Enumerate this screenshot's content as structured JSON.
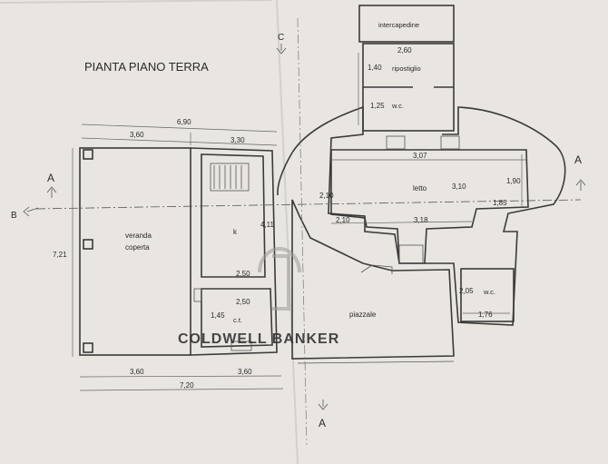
{
  "title": "PIANTA PIANO TERRA",
  "watermark": "COLDWELL BANKER",
  "rooms": {
    "intercapedine": "intercapedine",
    "ripostiglio": "ripostiglio",
    "wc_top": "w.c.",
    "letto": "letto",
    "veranda_1": "veranda",
    "veranda_2": "coperta",
    "k": "k",
    "ct": "c.t.",
    "piazzale": "piazzale",
    "wc_bottom": "w.c."
  },
  "section_marks": {
    "a": "A",
    "b": "B",
    "c": "C"
  },
  "dimensions": {
    "top_total": "6,90",
    "top_left": "3,60",
    "top_right": "3,30",
    "bottom_left": "3,60",
    "bottom_right": "3,60",
    "bottom_total": "7,20",
    "left_height": "7,21",
    "k_height": "4,11",
    "k_width": "2,50",
    "ct_width": "2,50",
    "ct_height": "1,45",
    "rip_width": "2,60",
    "rip_height": "1,40",
    "wc_height": "1,25",
    "letto_width": "3,07",
    "letto_height": "3,10",
    "letto_left_h": "2,10",
    "letto_bottom_l": "2,10",
    "letto_bottom_r": "3,18",
    "right_h": "1,90",
    "right_w": "1,85",
    "wc2_height": "2,05",
    "wc2_width": "1,76"
  }
}
